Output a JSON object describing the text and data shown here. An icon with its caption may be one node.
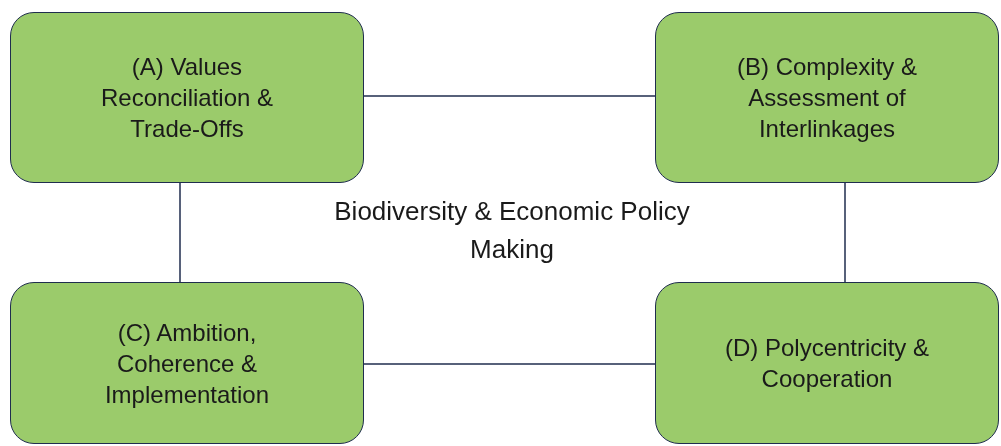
{
  "diagram": {
    "nodes": [
      {
        "text": [
          "(A)  Values Reconciliation & Trade-Offs"
        ]
      },
      {
        "text": [
          "(B) Complexity & Assessment of Interlinkages"
        ]
      },
      {
        "text": [
          "(C) Ambition, Coherence & Implementation"
        ]
      },
      {
        "text": [
          "(D) Polycentricity & Cooperation"
        ]
      }
    ],
    "edges": [
      {
        "from": 0,
        "to": 1,
        "arrow": "none"
      },
      {
        "from": 0,
        "to": 2,
        "arrow": "none"
      },
      {
        "from": 1,
        "to": 3,
        "arrow": "none"
      },
      {
        "from": 2,
        "to": 3,
        "arrow": "none"
      }
    ],
    "labels": [
      "Biodiversity & Economic Policy Making"
    ]
  }
}
